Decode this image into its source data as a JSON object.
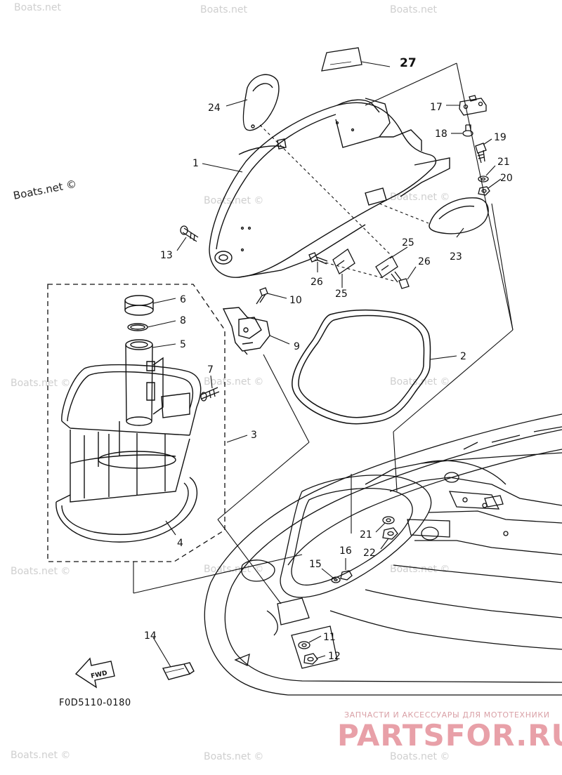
{
  "diagram": {
    "callouts": {
      "n1": "1",
      "n2": "2",
      "n3": "3",
      "n4": "4",
      "n5": "5",
      "n6": "6",
      "n7": "7",
      "n8": "8",
      "n9": "9",
      "n10": "10",
      "n11": "11",
      "n12": "12",
      "n13": "13",
      "n14": "14",
      "n15": "15",
      "n16": "16",
      "n17": "17",
      "n18": "18",
      "n19": "19",
      "n20": "20",
      "n21a": "21",
      "n21b": "21",
      "n22": "22",
      "n23": "23",
      "n24": "24",
      "n25a": "25",
      "n25b": "25",
      "n26a": "26",
      "n26b": "26",
      "n27": "27"
    },
    "fwd_label": "FWD",
    "figure_code": "F0D5110-0180"
  },
  "watermarks": {
    "site": "Boats.net",
    "site_prominent": "Boats.net ©",
    "site_copyright": "Boats.net ©",
    "brand_tagline": "ЗАПЧАСТИ И АКСЕССУАРЫ ДЛЯ МОТОТЕХНИКИ",
    "brand_name": "PARTSFOR.RU"
  },
  "colors": {
    "line": "#111111",
    "watermark": "#cfcfcf",
    "brand": "#e8a0a8"
  }
}
